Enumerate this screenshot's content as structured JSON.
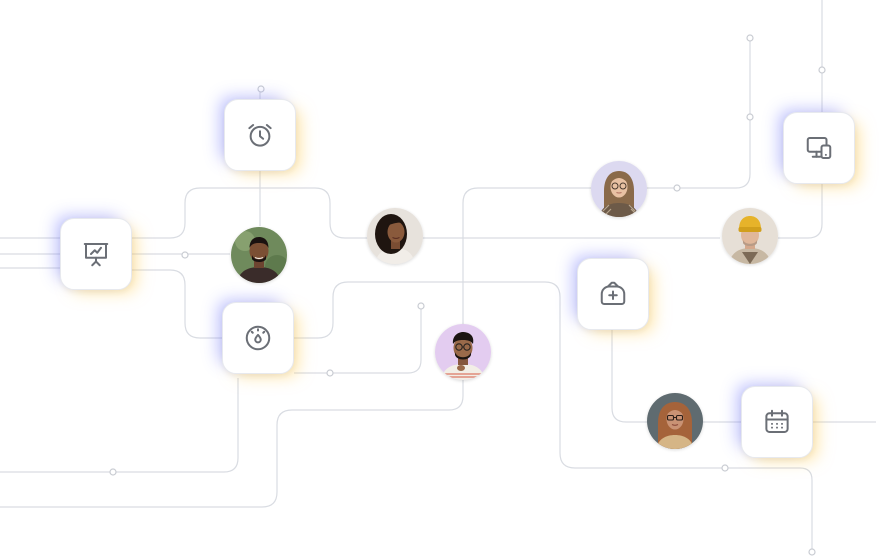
{
  "scene": "integration-network",
  "colors": {
    "line": "#d9dce2",
    "icon": "#6b6f76",
    "glow_left": "#6e78ff",
    "glow_right": "#ffce5a"
  },
  "tiles": [
    {
      "icon": "presentation-chart-icon"
    },
    {
      "icon": "alarm-clock-icon"
    },
    {
      "icon": "speedometer-icon"
    },
    {
      "icon": "medical-bag-icon"
    },
    {
      "icon": "devices-icon"
    },
    {
      "icon": "calendar-icon"
    }
  ],
  "avatars": [
    {
      "name": "man-glasses-avatar",
      "bg": "#e3ccf0",
      "skin": "#9a6a4a",
      "hair": "#1c1512",
      "shirt": "#f2eee6"
    },
    {
      "name": "woman-curly-hair-avatar",
      "bg": "#e7e2dc",
      "skin": "#8a5a3c",
      "hair": "#1f1510",
      "shirt": "#f1ede8"
    },
    {
      "name": "man-turtleneck-avatar",
      "bg": "#6f8a5c",
      "skin": "#7b4f34",
      "hair": "#1a1210",
      "shirt": "#3a2c2a"
    },
    {
      "name": "woman-long-hair-avatar",
      "bg": "#dcd9f0",
      "skin": "#e8c1a3",
      "hair": "#8a6a4a",
      "shirt": "#6d5a48"
    },
    {
      "name": "man-beanie-avatar",
      "bg": "#e6dfd6",
      "skin": "#e0b79a",
      "hair": "#e6b32a",
      "shirt": "#c7b8a3"
    },
    {
      "name": "woman-glasses-avatar",
      "bg": "#5f6b70",
      "skin": "#c99274",
      "hair": "#a5633a",
      "shirt": "#d5b586"
    }
  ]
}
